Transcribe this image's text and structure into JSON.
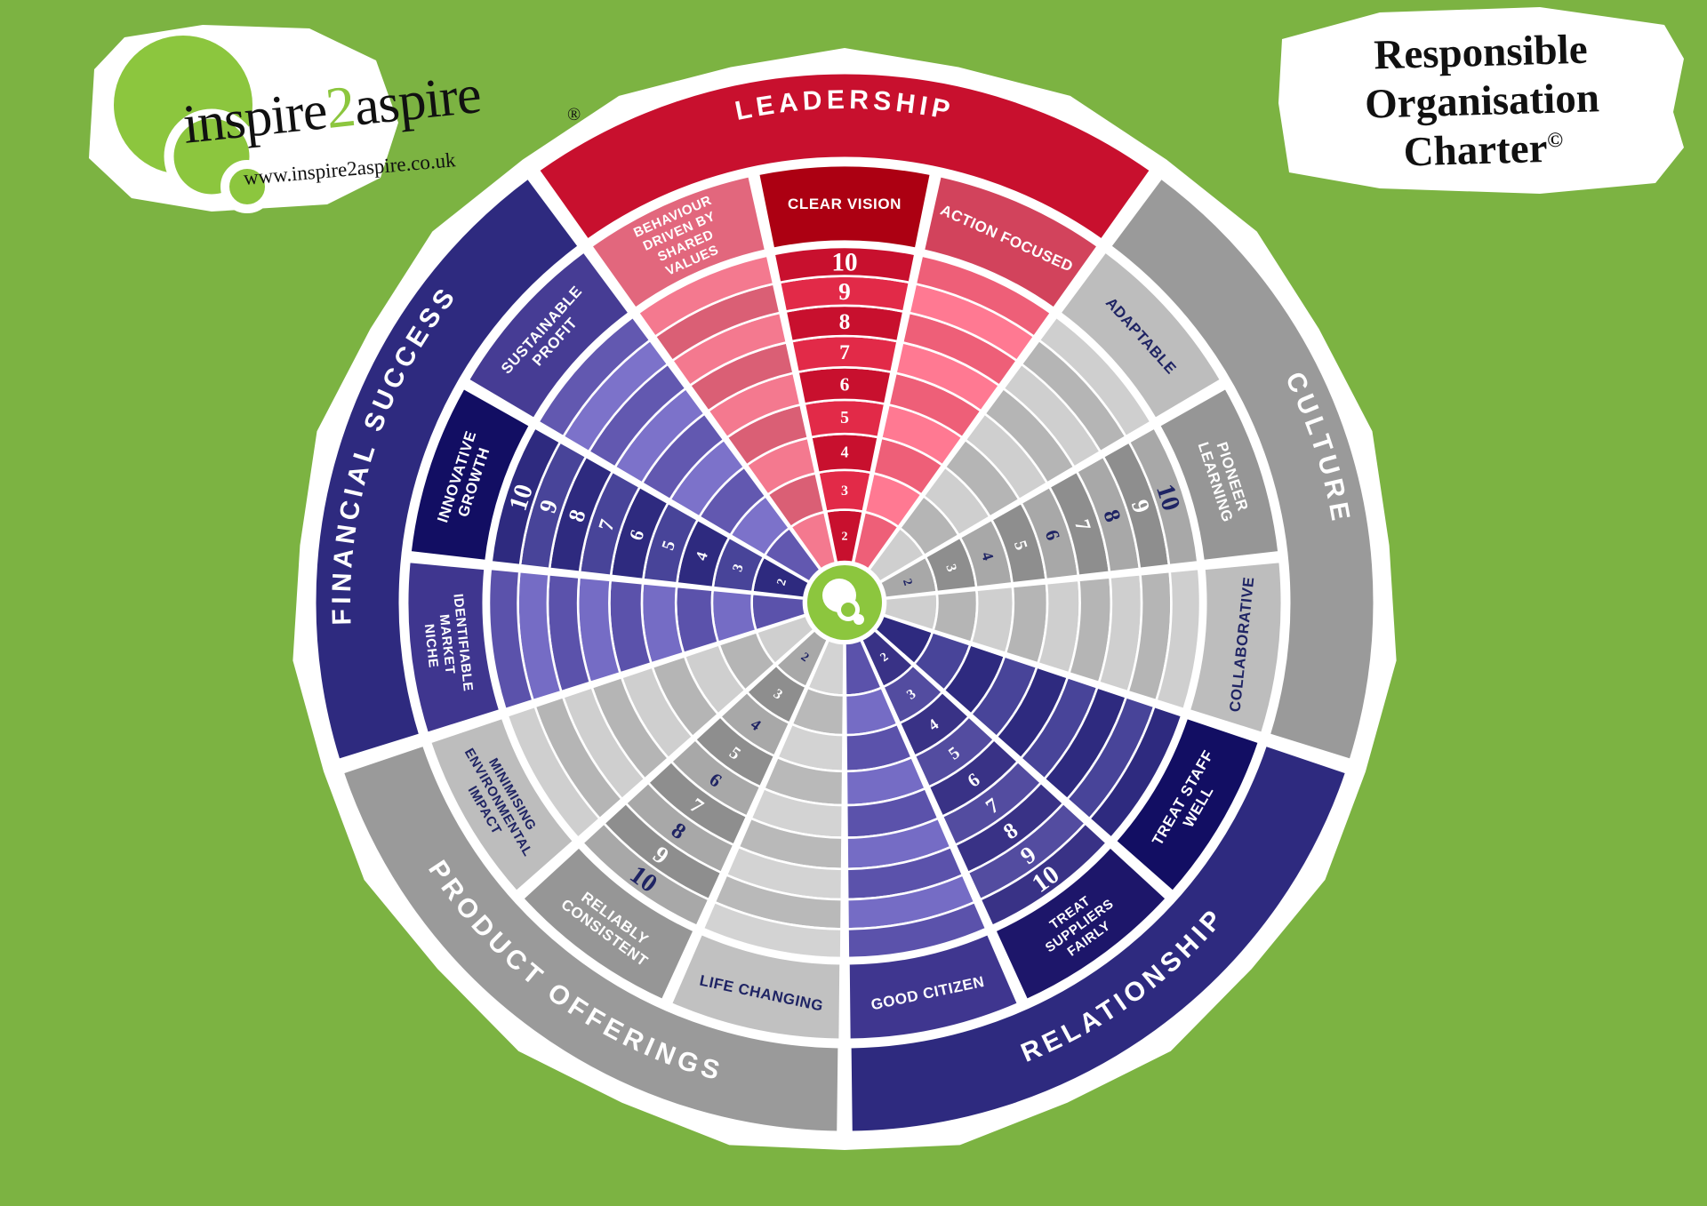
{
  "brand": {
    "name_part1": "inspire",
    "name_digit": "2",
    "name_part2": "aspire",
    "registered_mark": "®",
    "url": "www.inspire2aspire.co.uk"
  },
  "title": {
    "line1": "Responsible",
    "line2": "Organisation",
    "line3": "Charter",
    "copyright": "©"
  },
  "colors": {
    "background": "#7cb342",
    "leadership_dark": "#c8102e",
    "leadership_mid": "#e0405c",
    "leadership_light": "#f4798f",
    "culture_dark": "#9a9a9a",
    "culture_mid": "#aaaaaa",
    "culture_light": "#d0d0d0",
    "relationship_dark": "#2e2a7f",
    "relationship_mid": "#5b52ab",
    "product_dark": "#9a9a9a",
    "product_light": "#d0d0d0",
    "financial_dark": "#2e2a7f",
    "financial_mid": "#6258b0",
    "hub_green": "#8cc63e",
    "separator": "#ffffff",
    "number_dark": "#1f2464",
    "number_light": "#ffffff"
  },
  "scale": {
    "min": 2,
    "max": 10,
    "labels": [
      "2",
      "3",
      "4",
      "5",
      "6",
      "7",
      "8",
      "9",
      "10"
    ]
  },
  "chart_data": {
    "type": "pie",
    "title": "Responsible Organisation Charter",
    "description": "Radial self-assessment wheel with 5 categories, each divided into 3 criteria spokes, each scored 2 to 10 from centre outward.",
    "ring_scale": [
      2,
      3,
      4,
      5,
      6,
      7,
      8,
      9,
      10
    ],
    "legend_position": "outer-arc-labels",
    "categories": [
      {
        "name": "LEADERSHIP",
        "color": "#c8102e",
        "band_color": "#c8102e",
        "spokes": [
          {
            "label": "BEHAVIOUR DRIVEN BY SHARED VALUES",
            "fill": "#f4798f",
            "scale": [
              2,
              3,
              4,
              5,
              6,
              7,
              8,
              9,
              10
            ]
          },
          {
            "label": "CLEAR VISION",
            "fill": "#c8102e",
            "scale": [
              2,
              3,
              4,
              5,
              6,
              7,
              8,
              9,
              10
            ]
          },
          {
            "label": "ACTION FOCUSED",
            "fill": "#ee5f78",
            "scale": [
              2,
              3,
              4,
              5,
              6,
              7,
              8,
              9,
              10
            ]
          }
        ]
      },
      {
        "name": "CULTURE",
        "color": "#9a9a9a",
        "band_color": "#9a9a9a",
        "spokes": [
          {
            "label": "ADAPTABLE",
            "fill": "#cfcfcf",
            "scale": [
              2,
              3,
              4,
              5,
              6,
              7,
              8,
              9,
              10
            ]
          },
          {
            "label": "PIONEER LEARNING",
            "fill": "#a8a8a8",
            "scale": [
              2,
              3,
              4,
              5,
              6,
              7,
              8,
              9,
              10
            ]
          },
          {
            "label": "COLLABORATIVE",
            "fill": "#cfcfcf",
            "scale": [
              2,
              3,
              4,
              5,
              6,
              7,
              8,
              9,
              10
            ]
          }
        ]
      },
      {
        "name": "RELATIONSHIP",
        "color": "#2e2a7f",
        "band_color": "#2e2a7f",
        "spokes": [
          {
            "label": "TREAT STAFF WELL",
            "fill": "#2e2a7f",
            "scale": [
              2,
              3,
              4,
              5,
              6,
              7,
              8,
              9,
              10
            ]
          },
          {
            "label": "TREAT SUPPLIERS FAIRLY",
            "fill": "#393286",
            "scale": [
              2,
              3,
              4,
              5,
              6,
              7,
              8,
              9,
              10
            ]
          },
          {
            "label": "GOOD CITIZEN",
            "fill": "#5b52ab",
            "scale": [
              2,
              3,
              4,
              5,
              6,
              7,
              8,
              9,
              10
            ]
          }
        ]
      },
      {
        "name": "PRODUCT OFFERINGS",
        "color": "#9a9a9a",
        "band_color": "#9a9a9a",
        "spokes": [
          {
            "label": "LIFE CHANGING",
            "fill": "#d3d3d3",
            "scale": [
              2,
              3,
              4,
              5,
              6,
              7,
              8,
              9,
              10
            ]
          },
          {
            "label": "RELIABLY CONSISTENT",
            "fill": "#a8a8a8",
            "scale": [
              2,
              3,
              4,
              5,
              6,
              7,
              8,
              9,
              10
            ]
          },
          {
            "label": "MINIMISING ENVIRONMENTAL IMPACT",
            "fill": "#cfcfcf",
            "scale": [
              2,
              3,
              4,
              5,
              6,
              7,
              8,
              9,
              10
            ]
          }
        ]
      },
      {
        "name": "FINANCIAL SUCCESS",
        "color": "#2e2a7f",
        "band_color": "#2e2a7f",
        "spokes": [
          {
            "label": "IDENTIFIABLE MARKET NICHE",
            "fill": "#5b52ab",
            "scale": [
              2,
              3,
              4,
              5,
              6,
              7,
              8,
              9,
              10
            ]
          },
          {
            "label": "INNOVATIVE GROWTH",
            "fill": "#2e2a7f",
            "scale": [
              2,
              3,
              4,
              5,
              6,
              7,
              8,
              9,
              10
            ]
          },
          {
            "label": "SUSTAINABLE PROFIT",
            "fill": "#6258b0",
            "scale": [
              2,
              3,
              4,
              5,
              6,
              7,
              8,
              9,
              10
            ]
          }
        ]
      }
    ]
  }
}
